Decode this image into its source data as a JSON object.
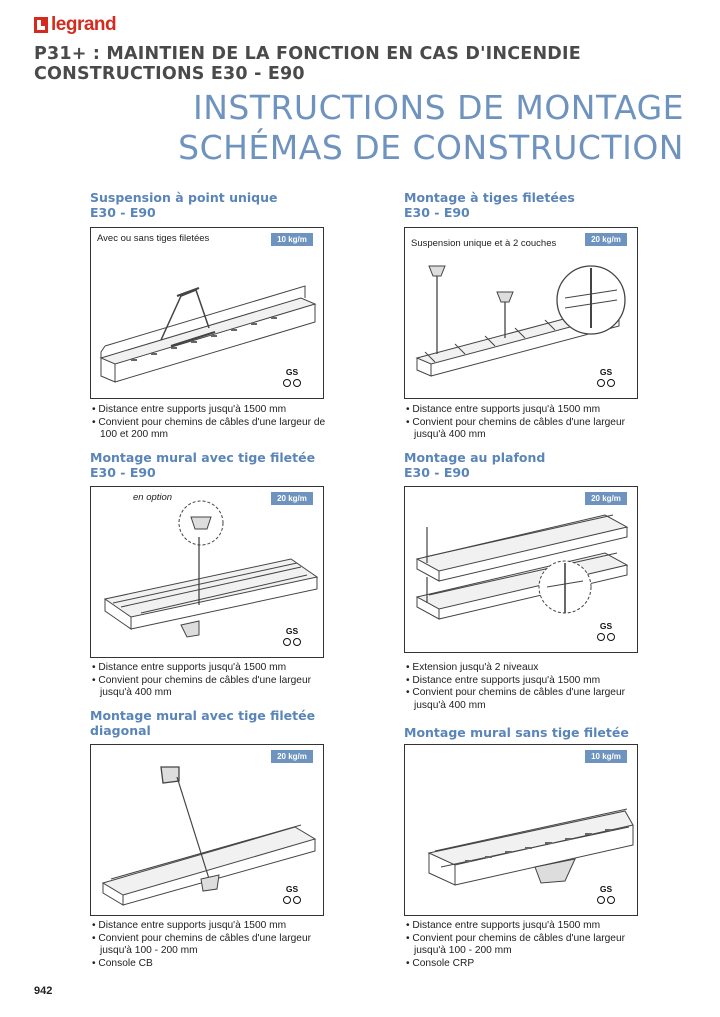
{
  "brand": {
    "name": "legrand"
  },
  "header": {
    "line1": "P31+ : MAINTIEN DE LA FONCTION EN CAS D'INCENDIE",
    "line2": "CONSTRUCTIONS E30 - E90",
    "title1": "INSTRUCTIONS DE MONTAGE",
    "title2": "SCHÉMAS DE CONSTRUCTION"
  },
  "sections": [
    {
      "title1": "Suspension à point unique",
      "title2": "E30 - E90",
      "caption": "Avec ou sans tiges filetées",
      "load": "10 kg/m",
      "gs": "GS",
      "bullets": [
        "Distance entre supports jusqu'à 1500 mm",
        "Convient pour chemins de câbles d'une largeur de 100 et 200 mm"
      ]
    },
    {
      "title1": "Montage à tiges filetées",
      "title2": "E30 - E90",
      "caption": "Suspension unique et à 2 couches",
      "load": "20 kg/m",
      "gs": "GS",
      "bullets": [
        "Distance entre supports jusqu'à 1500 mm",
        "Convient pour chemins de câbles d'une largeur jusqu'à 400 mm"
      ]
    },
    {
      "title1": "Montage mural avec tige filetée",
      "title2": "E30 - E90",
      "caption": "en option",
      "load": "20 kg/m",
      "gs": "GS",
      "bullets": [
        "Distance entre supports jusqu'à 1500 mm",
        "Convient pour chemins de câbles d'une largeur jusqu'à 400 mm"
      ]
    },
    {
      "title1": "Montage au plafond",
      "title2": "E30 - E90",
      "caption": "",
      "load": "20 kg/m",
      "gs": "GS",
      "bullets": [
        "Extension jusqu'à 2 niveaux",
        "Distance entre supports jusqu'à 1500 mm",
        "Convient pour chemins de câbles d'une largeur jusqu'à 400 mm"
      ]
    },
    {
      "title1": "Montage mural avec tige filetée",
      "title2": "diagonal",
      "caption": "",
      "load": "20 kg/m",
      "gs": "GS",
      "bullets": [
        "Distance entre supports jusqu'à 1500 mm",
        "Convient pour chemins de câbles d'une largeur jusqu'à 100 - 200 mm",
        "Console CB"
      ]
    },
    {
      "title1": "Montage mural sans tige filetée",
      "title2": "",
      "caption": "",
      "load": "10 kg/m",
      "gs": "GS",
      "bullets": [
        "Distance entre supports jusqu'à 1500 mm",
        "Convient pour chemins de câbles d'une largeur jusqu'à 100 - 200 mm",
        "Console CRP"
      ]
    }
  ],
  "footer": {
    "page_number": "942"
  }
}
